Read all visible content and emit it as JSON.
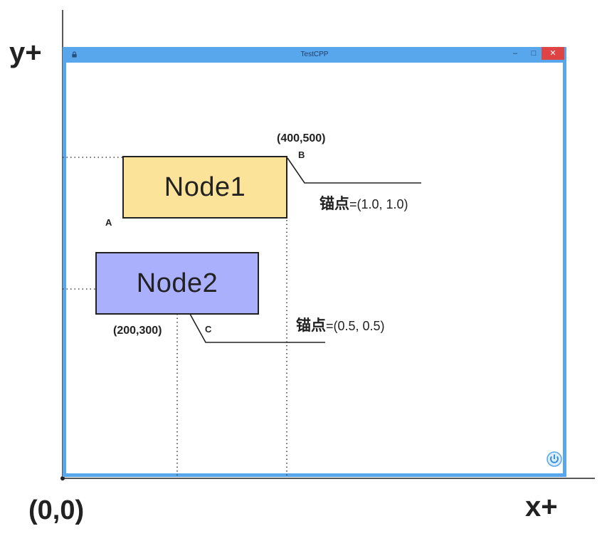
{
  "axes": {
    "y_label": "y+",
    "x_label": "x+",
    "origin_label": "(0,0)"
  },
  "window": {
    "title": "TestCPP",
    "minimize": "–",
    "maximize": "□",
    "close": "✕"
  },
  "nodes": [
    {
      "label": "Node1",
      "color": "#fbe39a"
    },
    {
      "label": "Node2",
      "color": "#aab0fc"
    }
  ],
  "annotations": {
    "node1_corner_coord": "(400,500)",
    "point_a": "A",
    "point_b": "B",
    "point_c": "C",
    "node2_center_coord": "(200,300)",
    "anchor1_prefix": "锚点",
    "anchor1_value": "=(1.0, 1.0)",
    "anchor2_prefix": "锚点",
    "anchor2_value": "=(0.5, 0.5)"
  },
  "icons": {
    "window_icon": "lock-icon",
    "corner_icon": "power-icon"
  },
  "colors": {
    "window_border": "#58a6ec",
    "close_button": "#e04343",
    "node1_fill": "#fbe39a",
    "node2_fill": "#aab0fc"
  }
}
